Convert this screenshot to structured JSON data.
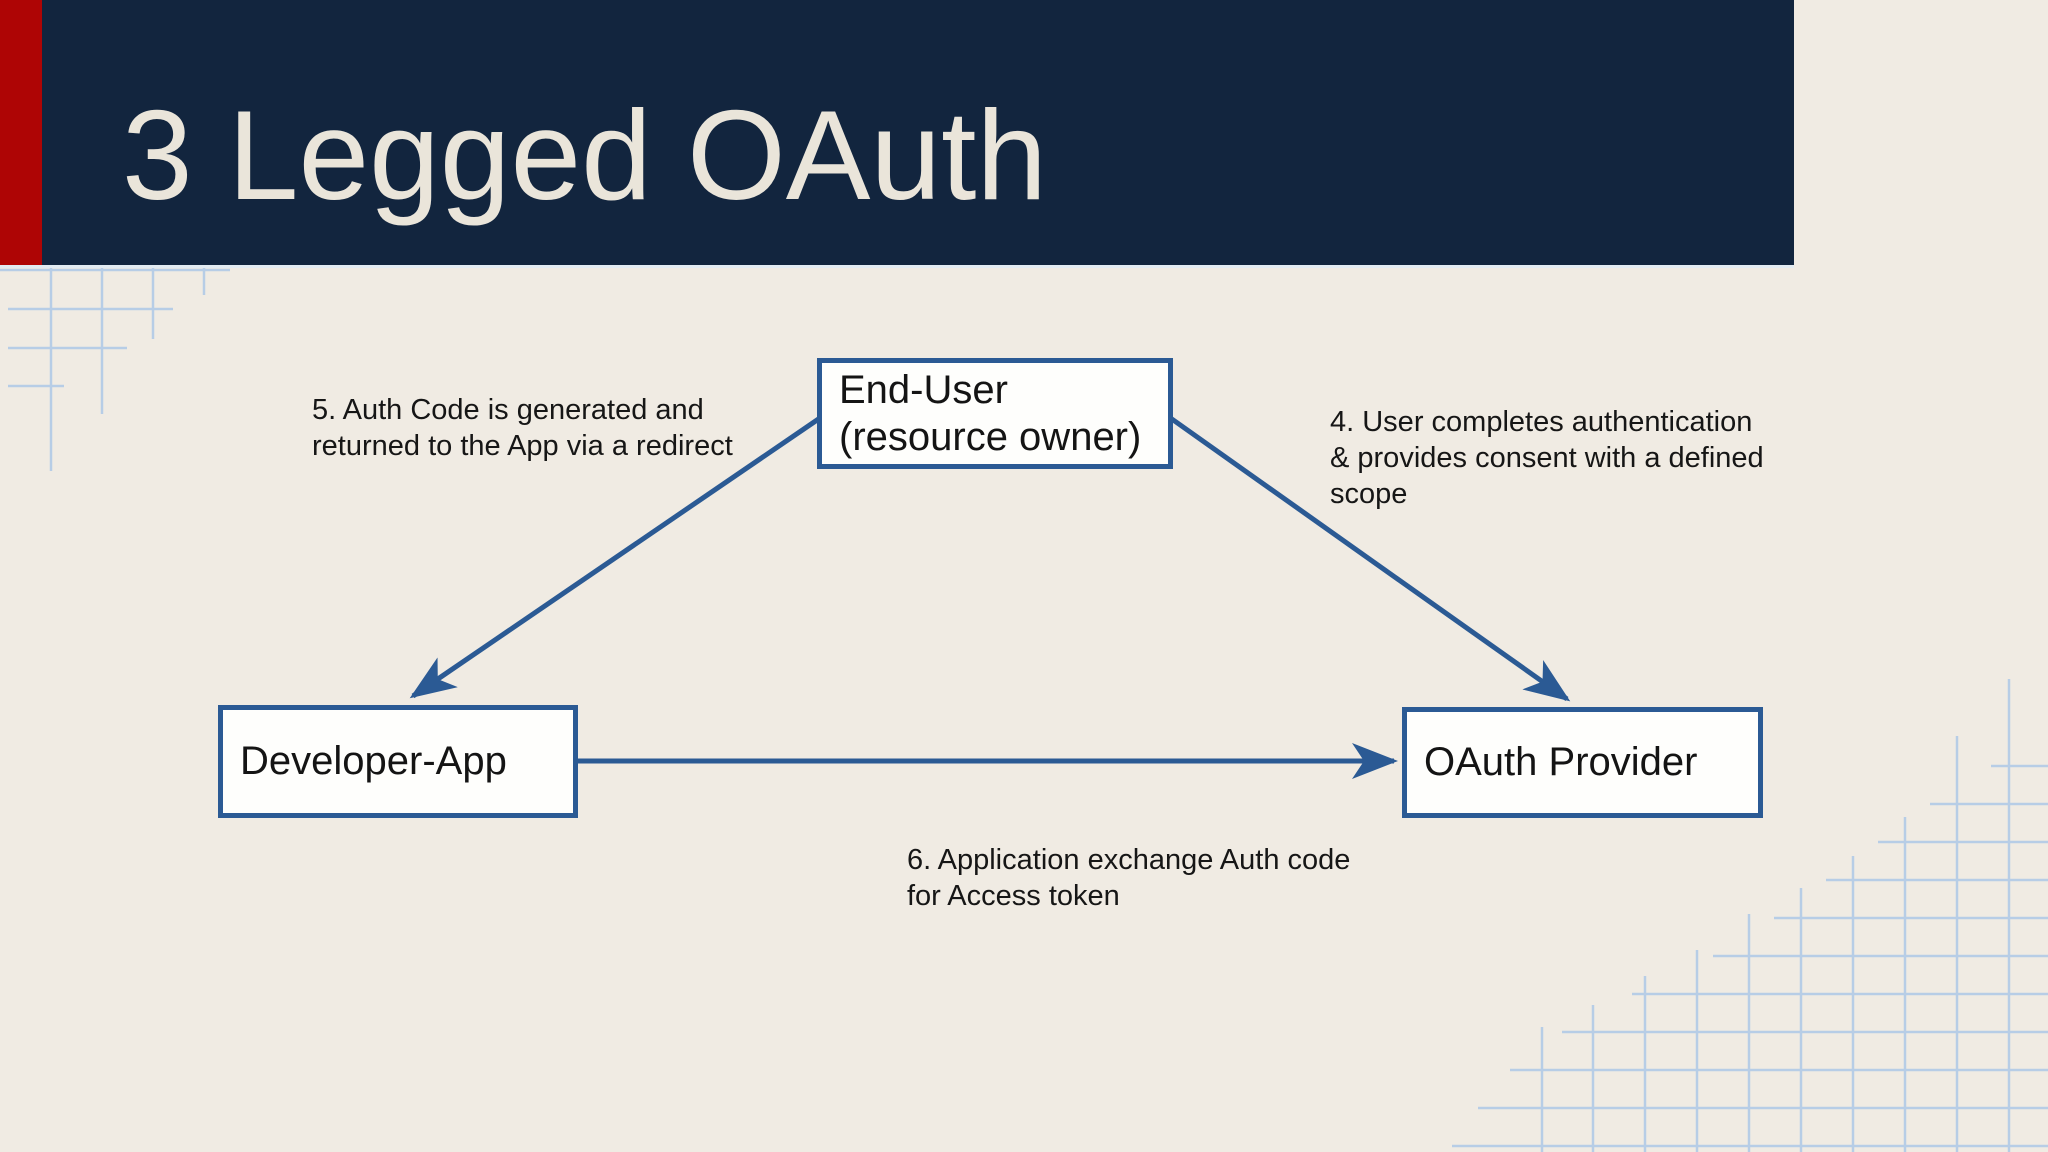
{
  "slide": {
    "title": "3 Legged OAuth"
  },
  "colors": {
    "header_bg": "#12253E",
    "accent_stripe": "#AE0505",
    "background": "#F0EBE3",
    "box_border": "#2B5A94",
    "arrow": "#2B5A94",
    "grid_line": "#B7CDE6",
    "title_text": "#EAE5DA",
    "body_text": "#161616"
  },
  "diagram": {
    "nodes": {
      "end_user": {
        "lines": [
          "End-User",
          "(resource owner)"
        ]
      },
      "developer_app": {
        "lines": [
          "Developer-App"
        ]
      },
      "oauth_provider": {
        "lines": [
          "OAuth Provider"
        ]
      }
    },
    "annotations": {
      "step4": {
        "lines": [
          "4. User completes authentication",
          "& provides consent with a defined",
          "scope"
        ]
      },
      "step5": {
        "lines": [
          "5. Auth Code is generated and",
          "returned to the App via a redirect"
        ]
      },
      "step6": {
        "lines": [
          "6. Application exchange Auth code",
          "for Access token"
        ]
      }
    },
    "edges": [
      {
        "from": "end_user",
        "to": "developer_app",
        "label": "step5"
      },
      {
        "from": "end_user",
        "to": "oauth_provider",
        "label": "step4"
      },
      {
        "from": "developer_app",
        "to": "oauth_provider",
        "label": "step6"
      }
    ]
  }
}
